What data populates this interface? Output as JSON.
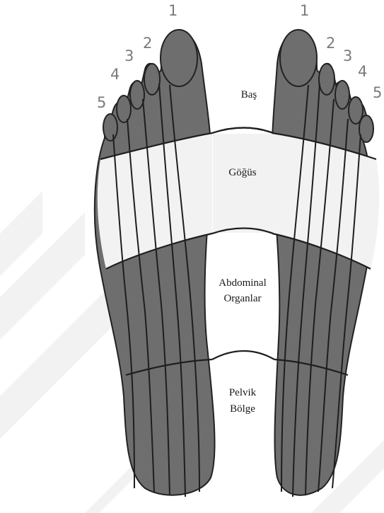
{
  "toe_numbers": {
    "left": [
      "1",
      "2",
      "3",
      "4",
      "5"
    ],
    "right": [
      "1",
      "2",
      "3",
      "4",
      "5"
    ]
  },
  "zones": {
    "head": "Baş",
    "chest": "Göğüs",
    "abdominal_1": "Abdominal",
    "abdominal_2": "Organlar",
    "pelvic_1": "Pelvik",
    "pelvic_2": "Bölge"
  },
  "colors": {
    "foot": "#6e6e6e",
    "chest_band": "#f2f2f2",
    "lines": "#1e1e1e",
    "watermark": "#f0f0f0"
  }
}
